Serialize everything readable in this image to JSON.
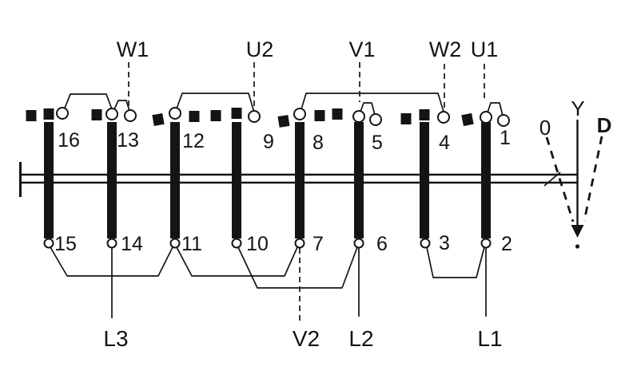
{
  "diagram_type": "motor winding / star-delta switch development diagram",
  "phase_labels": {
    "w1": "W1",
    "u2": "U2",
    "v1": "V1",
    "w2": "W2",
    "u1": "U1"
  },
  "top_terminals": [
    "16",
    "13",
    "12",
    "9",
    "8",
    "5",
    "4",
    "1"
  ],
  "bottom_terminals": [
    "15",
    "14",
    "11",
    "10",
    "7",
    "6",
    "3",
    "2"
  ],
  "line_labels": {
    "l3": "L3",
    "v2": "V2",
    "l2": "L2",
    "l1": "L1"
  },
  "switch_positions": {
    "off": "0",
    "star": "Y",
    "delta": "D"
  },
  "colors": {
    "ink": "#141414",
    "paper": "#ffffff"
  }
}
